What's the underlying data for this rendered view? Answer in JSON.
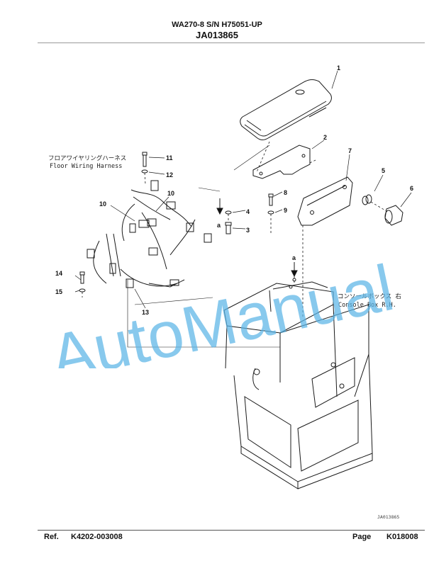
{
  "header": {
    "model": "WA270-8 S/N H75051-UP",
    "group": "JA013865"
  },
  "labels": {
    "floor_wiring_jp": "フロアワイヤリングハーネス",
    "floor_wiring_en": "Floor Wiring Harness",
    "console_jp": "コンソールボックス 右",
    "console_en": "Console Box R.H."
  },
  "callouts": {
    "c1": "1",
    "c2": "2",
    "c3": "3",
    "c4": "4",
    "c5": "5",
    "c6": "6",
    "c7": "7",
    "c8": "8",
    "c9": "9",
    "c10a": "10",
    "c10b": "10",
    "c11": "11",
    "c12": "12",
    "c13": "13",
    "c14": "14",
    "c15": "15",
    "a1": "a",
    "a2": "a"
  },
  "watermark": "AutoManual",
  "drawing_number": "JA013865",
  "footer": {
    "ref_label": "Ref.",
    "ref_value": "K4202-003008",
    "page_label": "Page",
    "page_value": "K018008"
  }
}
